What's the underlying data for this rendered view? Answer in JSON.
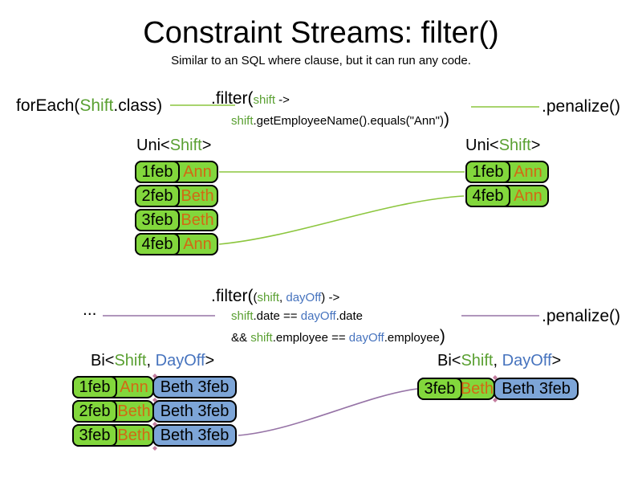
{
  "title": "Constraint Streams: filter()",
  "subtitle": "Similar to an SQL where clause, but it can run any code.",
  "colors": {
    "green-text": "#5aa032",
    "green-line": "#8cc63e",
    "green-box": "#82d73c",
    "orange-text": "#d26914",
    "blue-text": "#4673be",
    "blue-box": "#7da5d7",
    "purple-line": "#9673a6",
    "diamond": "#c37da0"
  },
  "flow1": {
    "foreach_pre": "forEach(",
    "foreach_class": "Shift",
    "foreach_post": ".class)",
    "filter_head": ".filter(",
    "filter_param": "shift",
    "filter_arrow": " ->",
    "body_shift": "shift",
    "body_rest": ".getEmployeeName().equals(\"Ann\")",
    "body_close": ")",
    "penalize": ".penalize()"
  },
  "flow2": {
    "dots": "...",
    "filter_head": ".filter(",
    "p_open": "(",
    "p_shift": "shift",
    "p_comma": ", ",
    "p_dayoff": "dayOff",
    "p_close": ")",
    "arrow": " ->",
    "l2_shift": "shift",
    "l2_mid": ".date == ",
    "l2_dayoff": "dayOff",
    "l2_end": ".date",
    "l3_amp": "&& ",
    "l3_shift": "shift",
    "l3_mid": ".employee == ",
    "l3_dayoff": "dayOff",
    "l3_end": ".employee",
    "l3_close": ")",
    "penalize": ".penalize()"
  },
  "uni_label": {
    "pre": "Uni<",
    "type1": "Shift",
    "post": ">"
  },
  "bi_label": {
    "pre": "Bi<",
    "type1": "Shift",
    "comma": ", ",
    "type2": "DayOff",
    "post": ">"
  },
  "tables": {
    "top_left": {
      "rows": [
        {
          "date": "1feb",
          "name": "Ann"
        },
        {
          "date": "2feb",
          "name": "Beth"
        },
        {
          "date": "3feb",
          "name": "Beth"
        },
        {
          "date": "4feb",
          "name": "Ann"
        }
      ]
    },
    "top_right": {
      "rows": [
        {
          "date": "1feb",
          "name": "Ann"
        },
        {
          "date": "4feb",
          "name": "Ann"
        }
      ]
    },
    "bottom_left": {
      "rows": [
        {
          "date": "1feb",
          "name": "Ann",
          "dayoff": "Beth 3feb"
        },
        {
          "date": "2feb",
          "name": "Beth",
          "dayoff": "Beth 3feb"
        },
        {
          "date": "3feb",
          "name": "Beth",
          "dayoff": "Beth 3feb"
        }
      ]
    },
    "bottom_right": {
      "rows": [
        {
          "date": "3feb",
          "name": "Beth",
          "dayoff": "Beth 3feb"
        }
      ]
    }
  }
}
